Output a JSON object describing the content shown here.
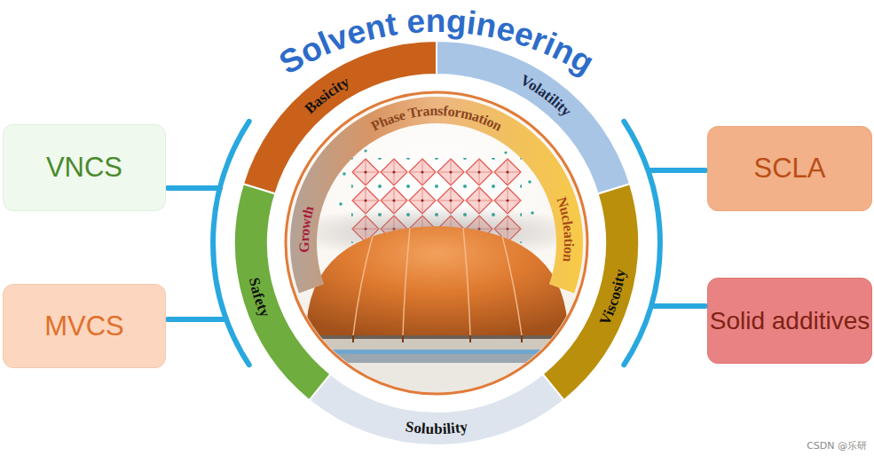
{
  "diagram": {
    "title": "Solvent engineering",
    "nodes": [
      {
        "text": [
          "VNCS"
        ]
      },
      {
        "text": [
          "MVCS"
        ]
      },
      {
        "text": [
          "Basicity"
        ]
      },
      {
        "text": [
          "Volatility"
        ]
      },
      {
        "text": [
          "Viscosity"
        ]
      },
      {
        "text": [
          "Solubility"
        ]
      },
      {
        "text": [
          "Safety"
        ]
      },
      {
        "text": [
          "Growth",
          "Phase Transformation",
          "Nucleation"
        ]
      },
      {
        "text": [
          "SCLA"
        ]
      },
      {
        "text": [
          "Solid additives"
        ]
      }
    ],
    "labels": [
      "CSDN @乐研"
    ]
  }
}
